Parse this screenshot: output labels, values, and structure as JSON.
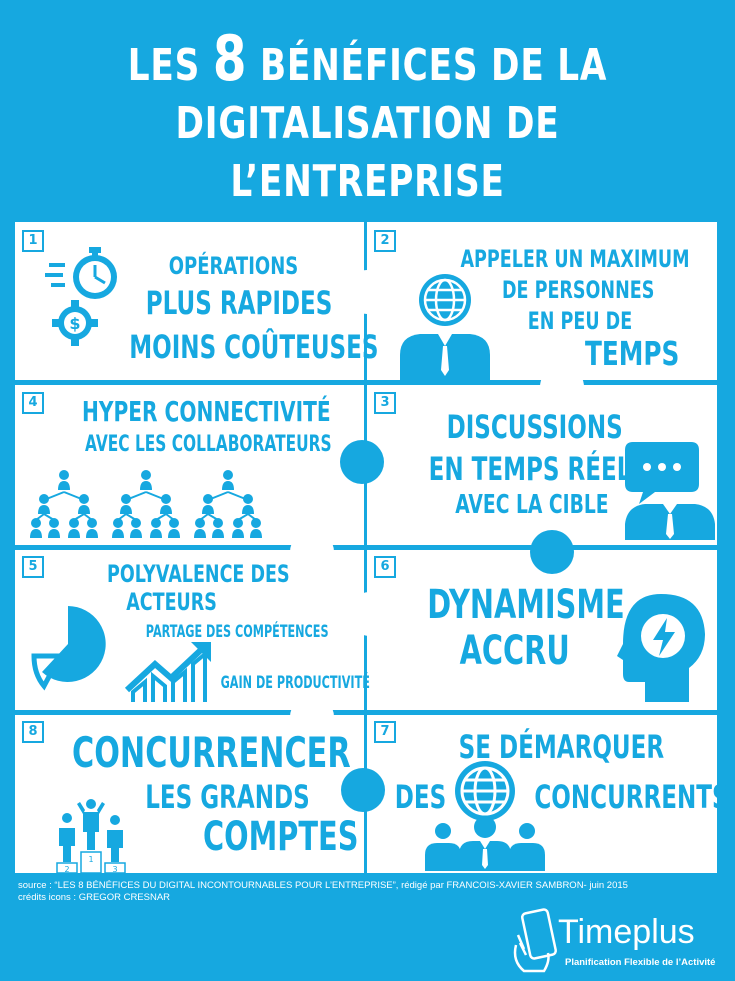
{
  "title": {
    "line1_a": "LES ",
    "line1_num": "8",
    "line1_b": " BÉNÉFICES DE LA",
    "line2": "DIGITALISATION DE",
    "line3": "L’ENTREPRISE"
  },
  "panels": {
    "p1": {
      "number": "1",
      "l1": "OPÉRATIONS",
      "l2": "PLUS RAPIDES",
      "l3": "MOINS COÛTEUSES"
    },
    "p2": {
      "number": "2",
      "l1": "APPELER UN MAXIMUM",
      "l2": "DE PERSONNES",
      "l3": "EN PEU DE",
      "l4": "TEMPS"
    },
    "p4": {
      "number": "4",
      "l1": "HYPER CONNECTIVITÉ",
      "l2": "AVEC LES COLLABORATEURS"
    },
    "p3": {
      "number": "3",
      "l1": "DISCUSSIONS",
      "l2": "EN TEMPS RÉEL",
      "l3": "AVEC LA CIBLE"
    },
    "p5": {
      "number": "5",
      "l1": "POLYVALENCE DES",
      "l2": "ACTEURS",
      "l3": "PARTAGE DES COMPÉTENCES",
      "l4": "GAIN DE PRODUCTIVITÉ"
    },
    "p6": {
      "number": "6",
      "l1": "DYNAMISME",
      "l2": "ACCRU"
    },
    "p8": {
      "number": "8",
      "l1": "CONCURRENCER",
      "l2": "LES GRANDS",
      "l3": "COMPTES",
      "podium1": "1",
      "podium2": "2",
      "podium3": "3"
    },
    "p7": {
      "number": "7",
      "l1": "SE DÉMARQUER",
      "l2a": "DES",
      "l2b": "CONCURRENTS"
    }
  },
  "footer": {
    "source": "source : “LES 8 BÉNÉFICES DU DIGITAL INCONTOURNABLES POUR L’ENTREPRISE”, rédigé par FRANCOIS-XAVIER SAMBRON- juin 2015",
    "credits": "crédits icons : GREGOR CRESNAR"
  },
  "logo": {
    "brand": "Timeplus",
    "tagline": "Planification Flexible de l’Activité"
  },
  "colors": {
    "background": "#16a8e0",
    "panel": "#ffffff"
  }
}
